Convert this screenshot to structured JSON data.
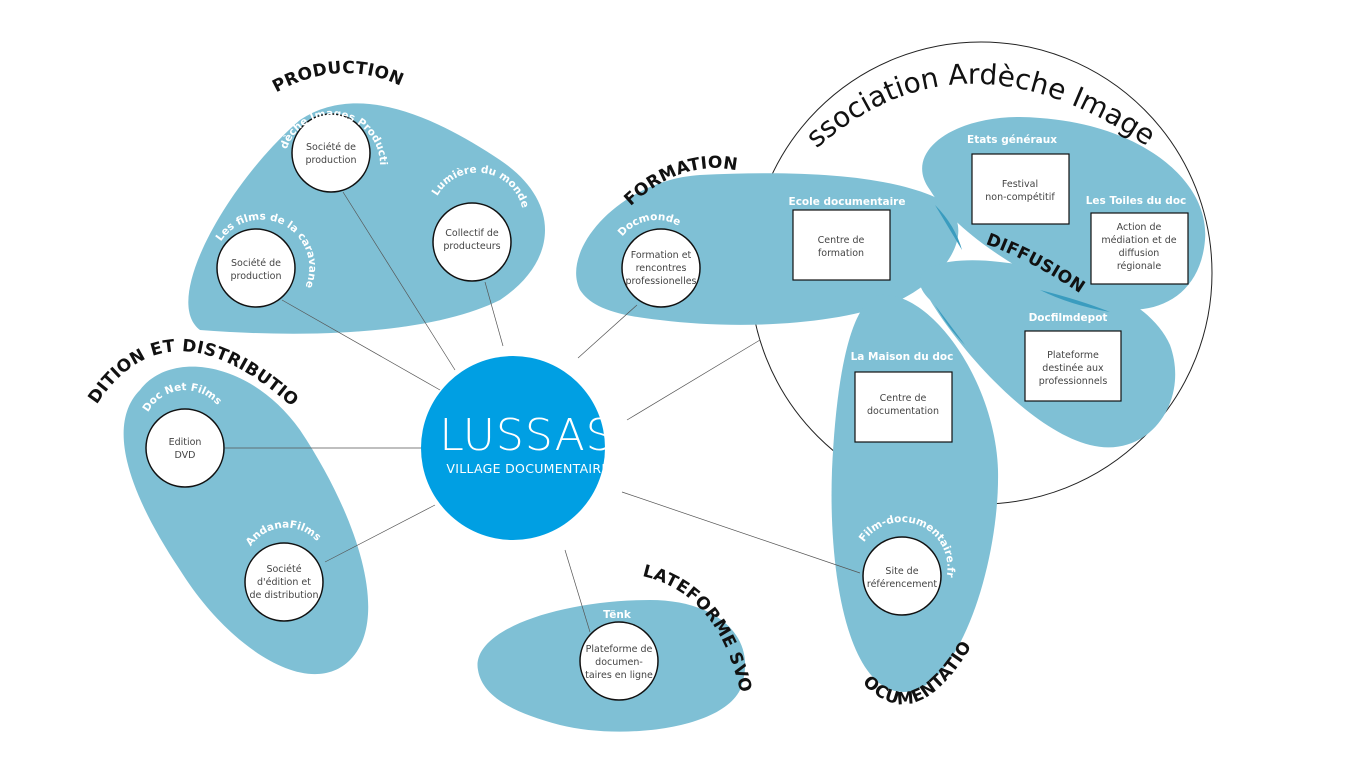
{
  "center": {
    "title": "LUSSAS",
    "subtitle": "VILLAGE DOCUMENTAIRE",
    "color": "#009fe3"
  },
  "colors": {
    "blob": "#7fc0d5",
    "blob_overlap": "#3a9cbf",
    "node_fill": "#ffffff",
    "line": "#555555"
  },
  "association": {
    "title": "Association Ardèche Images"
  },
  "categories": {
    "production": {
      "title": "PRODUCTION",
      "orgs": [
        {
          "name": "Ardèche Images Production",
          "lines": [
            "Société de",
            "production"
          ]
        },
        {
          "name": "Les films de la caravane",
          "lines": [
            "Société de",
            "production"
          ]
        },
        {
          "name": "Lumière du monde",
          "lines": [
            "Collectif de",
            "producteurs"
          ]
        }
      ]
    },
    "formation": {
      "title": "FORMATION",
      "orgs": [
        {
          "name": "Docmonde",
          "lines": [
            "Formation et",
            "rencontres",
            "professionelles"
          ]
        },
        {
          "name": "Ecole documentaire",
          "lines": [
            "Centre de",
            "formation"
          ]
        }
      ]
    },
    "diffusion": {
      "title": "DIFFUSION",
      "orgs": [
        {
          "name": "Etats généraux",
          "lines": [
            "Festival",
            "non-compétitif"
          ]
        },
        {
          "name": "Les Toiles du doc",
          "lines": [
            "Action de",
            "médiation et de",
            "diffusion",
            "régionale"
          ]
        },
        {
          "name": "Docfilmdepot",
          "lines": [
            "Plateforme",
            "destinée aux",
            "professionnels"
          ]
        }
      ]
    },
    "documentation": {
      "title": "DOCUMENTATION",
      "orgs": [
        {
          "name": "La Maison du doc",
          "lines": [
            "Centre de",
            "documentation"
          ]
        },
        {
          "name": "Film-documentaire.fr",
          "lines": [
            "Site de",
            "référencement"
          ]
        }
      ]
    },
    "svod": {
      "title": "PLATEFORME SVOD",
      "orgs": [
        {
          "name": "Tënk",
          "lines": [
            "Plateforme de",
            "documen-",
            "taires en ligne"
          ]
        }
      ]
    },
    "edition": {
      "title": "EDITION ET DISTRIBUTION",
      "orgs": [
        {
          "name": "Doc Net Films",
          "lines": [
            "Edition",
            "DVD"
          ]
        },
        {
          "name": "AndanaFilms",
          "lines": [
            "Société",
            "d'édition et",
            "de distribution"
          ]
        }
      ]
    }
  }
}
